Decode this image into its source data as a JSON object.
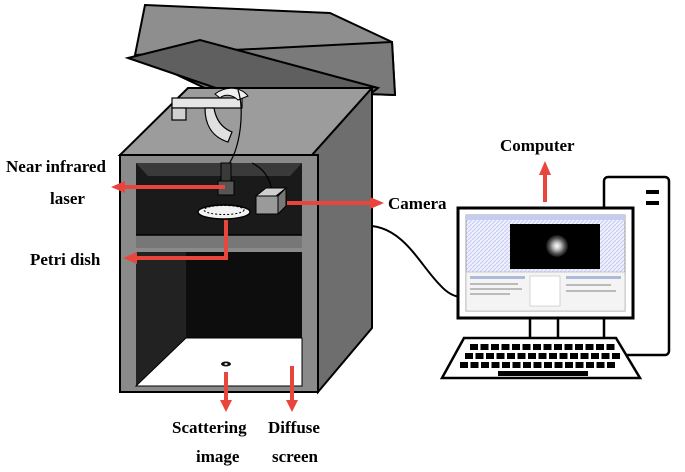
{
  "labels": {
    "near_infrared_line1": "Near infrared",
    "near_infrared_line2": "laser",
    "petri_dish": "Petri dish",
    "camera": "Camera",
    "computer": "Computer",
    "scattering_line1": "Scattering",
    "scattering_line2": "image",
    "diffuse_line1": "Diffuse",
    "diffuse_line2": "screen"
  },
  "colors": {
    "arrow": "#e8453c",
    "cabinet_front": "#8a8a8a",
    "cabinet_side": "#6e6e6e",
    "cabinet_top": "#9c9c9c",
    "interior": "#1a1a1a",
    "screen_field": "#ffffff",
    "line": "#000000"
  }
}
